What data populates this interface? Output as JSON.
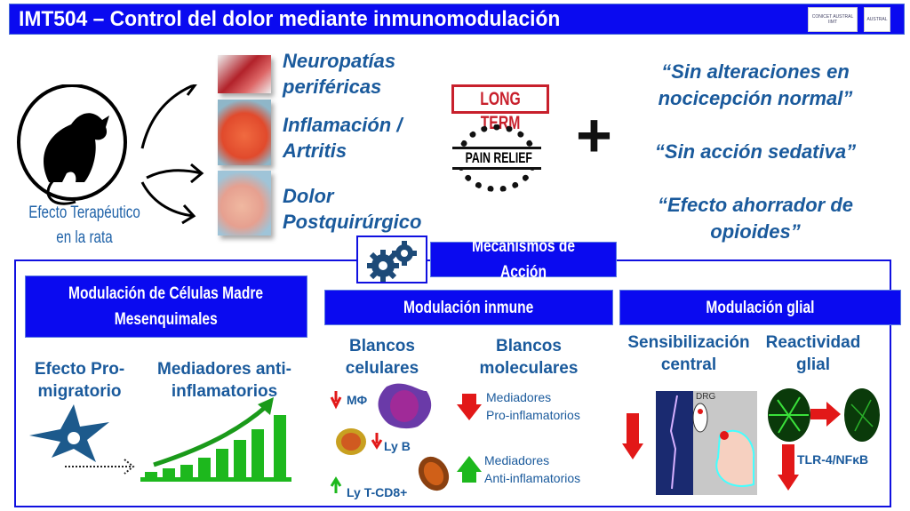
{
  "header": {
    "title": "IMT504 – Control del dolor mediante inmunomodulación",
    "logos": [
      "CONICET AUSTRAL IIMT",
      "AUSTRAL"
    ]
  },
  "therapeutic": {
    "caption_line1": "Efecto Terapéutico",
    "caption_line2": "en la rata",
    "conditions": [
      {
        "line1": "Neuropatías",
        "line2": "periféricas"
      },
      {
        "line1": "Inflamación /",
        "line2": "Artritis"
      },
      {
        "line1": "Dolor",
        "line2": "Postquirúrgico"
      }
    ]
  },
  "badges": {
    "long_term": "LONG TERM",
    "pain_relief": "PAIN RELIEF",
    "plus": "+"
  },
  "quotes": [
    {
      "line1": "“Sin alteraciones en",
      "line2": "nocicepción normal”"
    },
    {
      "line1": "“Sin acción sedativa”",
      "line2": ""
    },
    {
      "line1": "“Efecto ahorrador de",
      "line2": "opioides”"
    }
  ],
  "mechanisms": {
    "title": "Mecanismos de Acción",
    "stem": {
      "title_line1": "Modulación de Células Madre",
      "title_line2": "Mesenquimales",
      "col1_line1": "Efecto Pro-",
      "col1_line2": "migratorio",
      "col2_line1": "Mediadores anti-",
      "col2_line2": "inflamatorios"
    },
    "immune": {
      "title": "Modulación inmune",
      "col1_line1": "Blancos",
      "col1_line2": "celulares",
      "col2_line1": "Blancos",
      "col2_line2": "moleculares",
      "mphi": "MΦ",
      "lyb": "Ly B",
      "lyt": "Ly T-CD8+",
      "pro_line1": "Mediadores",
      "pro_line2": "Pro-inflamatorios",
      "anti_line1": "Mediadores",
      "anti_line2": "Anti-inflamatorios"
    },
    "glial": {
      "title": "Modulación glial",
      "col1_line1": "Sensibilización",
      "col1_line2": "central",
      "col2_line1": "Reactividad",
      "col2_line2": "glial",
      "drg": "DRG",
      "tlr": "TLR-4/NFκB"
    }
  },
  "colors": {
    "header_blue": "#0a0af0",
    "text_blue": "#1a5a9c",
    "red": "#e21818",
    "green": "#1db81d"
  }
}
